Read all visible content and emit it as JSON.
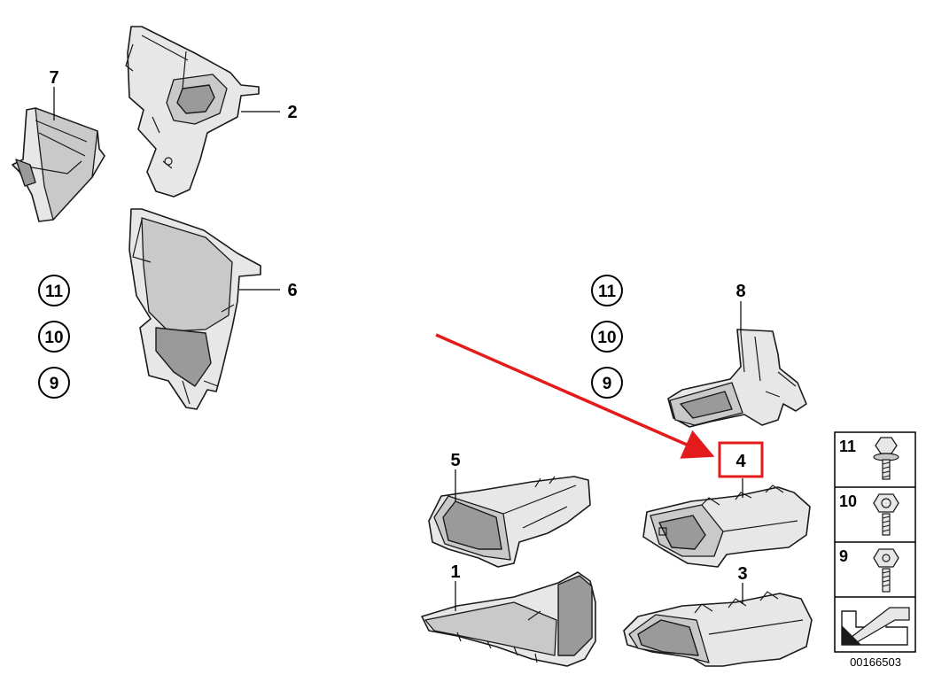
{
  "callouts": {
    "p1": "1",
    "p2": "2",
    "p3": "3",
    "p4": "4",
    "p5": "5",
    "p6": "6",
    "p7": "7",
    "p8": "8"
  },
  "circled_left": [
    "11",
    "10",
    "9"
  ],
  "circled_right": [
    "11",
    "10",
    "9"
  ],
  "fastener_panel": {
    "items": [
      "11",
      "10",
      "9"
    ]
  },
  "diagram_code": "00166503",
  "colors": {
    "highlight": "#e31b1b",
    "arrow": "#e31b1b"
  }
}
